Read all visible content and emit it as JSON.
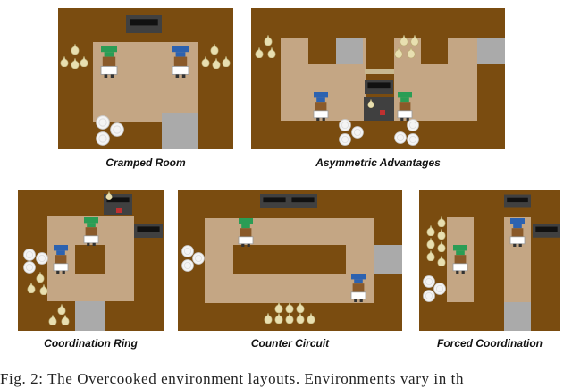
{
  "colors": {
    "wall": "#7a4c10",
    "floor": "#c4a684",
    "onion": "#e8dfb0",
    "dish": "#f4f4f4",
    "delivery": "#aaaaaa",
    "pot": "#404040",
    "chef_green": "#2a9d55",
    "chef_blue": "#2c62b0"
  },
  "layouts": [
    {
      "name": "Cramped Room"
    },
    {
      "name": "Asymmetric Advantages"
    },
    {
      "name": "Coordination Ring"
    },
    {
      "name": "Counter Circuit"
    },
    {
      "name": "Forced Coordination"
    }
  ],
  "figure_caption": "Fig. 2: The Overcooked environment layouts. Environments vary in th"
}
